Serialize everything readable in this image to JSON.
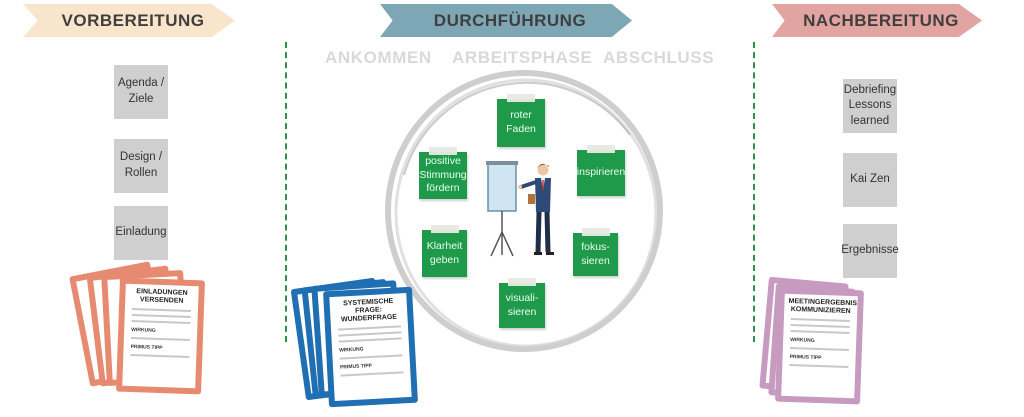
{
  "headers": {
    "vorbereitung": "VORBEREITUNG",
    "durchfuehrung": "DURCHFÜHRUNG",
    "nachbereitung": "NACHBEREITUNG"
  },
  "phases": {
    "ankommen": "ANKOMMEN",
    "arbeitsphase": "ARBEITSPHASE",
    "abschluss": "ABSCHLUSS"
  },
  "vorbereitung_items": {
    "agenda": "Agenda /\nZiele",
    "design": "Design /\nRollen",
    "einladung": "Einladung"
  },
  "notes": {
    "roter_faden": "roter\nFaden",
    "inspirieren": "inspirieren",
    "fokussieren": "fokus-\nsieren",
    "visualisieren": "visuali-\nsieren",
    "klarheit": "Klarheit\ngeben",
    "positive": "positive\nStimmung\nfördern"
  },
  "nachbereitung_items": {
    "debriefing": "Debriefing\nLessons\nlearned",
    "kaizen": "Kai Zen",
    "ergebnisse": "Ergebnisse"
  },
  "cards": {
    "einladungen": "EINLADUNGEN\nVERSENDEN",
    "systemische": "SYSTEMISCHE FRAGE:\nWUNDERFRAGE",
    "meetingergebnis": "MEETINGERGEBNIS\nKOMMUNIZIEREN",
    "wirkung": "WIRKUNG",
    "primus": "PRIMUS TIPP"
  },
  "colors": {
    "vor_arrow": "#f9e5cc",
    "dur_arrow": "#7ea7b6",
    "nach_arrow": "#e2a4a0",
    "note_green": "#1e9a4a",
    "card_salmon": "#e68a72",
    "card_blue": "#1f6fb2",
    "card_mauve": "#c79bc0",
    "divider_green": "#2f8f4e"
  }
}
